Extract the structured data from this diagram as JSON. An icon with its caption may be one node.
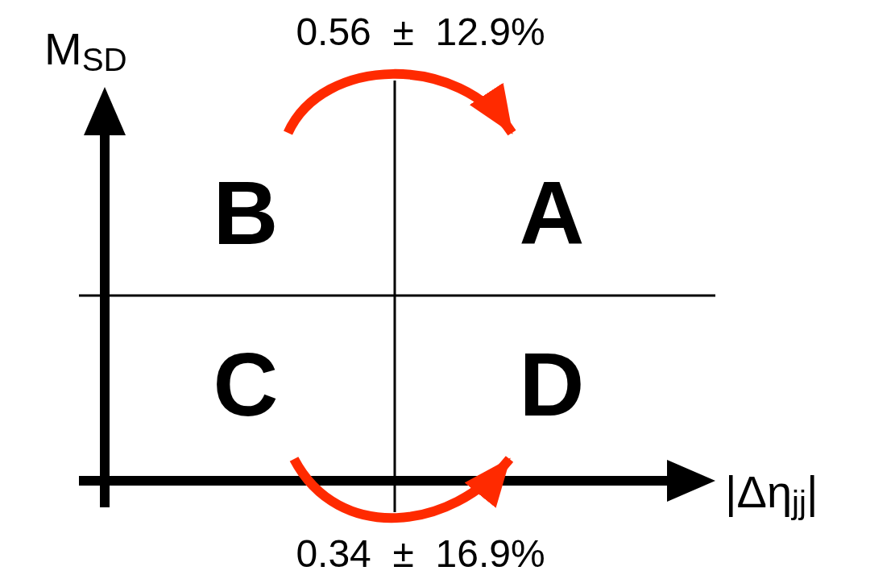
{
  "diagram": {
    "nodes": [
      {
        "text": [
          "B"
        ]
      },
      {
        "text": [
          "A"
        ]
      },
      {
        "text": [
          "C"
        ]
      },
      {
        "text": [
          "D"
        ]
      }
    ],
    "edges": [
      {
        "from": 0,
        "to": 1,
        "arrow": "to",
        "label": "0.56  ±  12.9%"
      },
      {
        "from": 2,
        "to": 3,
        "arrow": "to",
        "label": "0.34  ±  16.9%"
      }
    ],
    "labels": [
      "M$_{SD}$",
      "|Δη$_{jj}$|"
    ]
  }
}
